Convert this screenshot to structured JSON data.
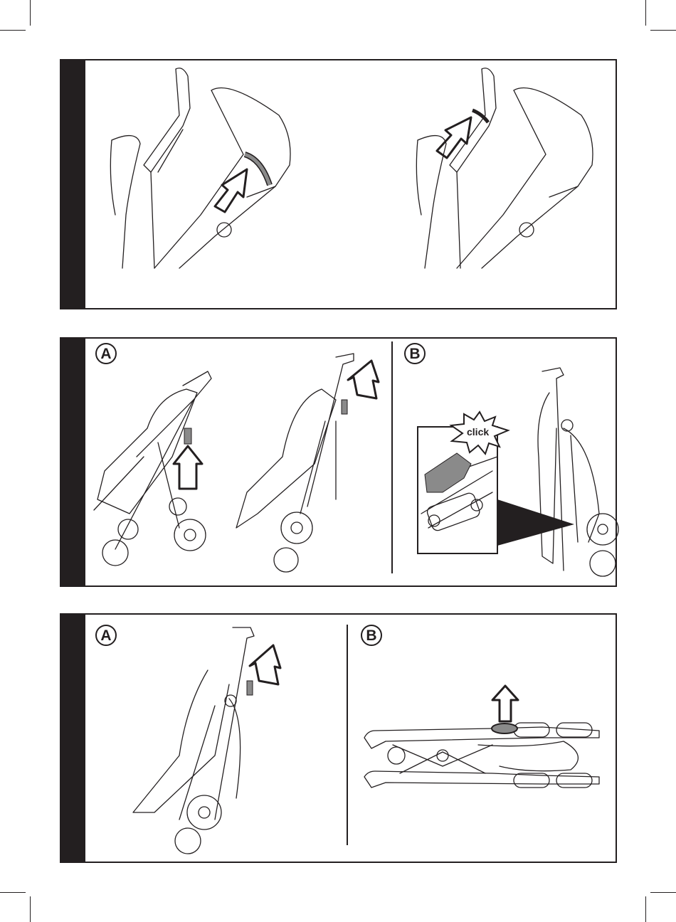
{
  "panels": [
    {
      "id": "step-1"
    },
    {
      "id": "step-2",
      "labels": {
        "a": "A",
        "b": "B"
      },
      "callout": "click"
    },
    {
      "id": "step-3",
      "labels": {
        "a": "A",
        "b": "B"
      }
    }
  ],
  "colors": {
    "ink": "#231f20",
    "grey": "#8a8a8a",
    "background": "#ffffff"
  }
}
